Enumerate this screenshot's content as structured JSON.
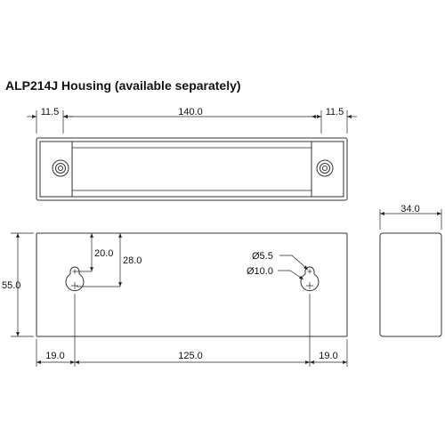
{
  "title": "ALP214J Housing (available separately)",
  "top_view": {
    "dim_left": "11.5",
    "dim_center": "140.0",
    "dim_right": "11.5"
  },
  "front_view": {
    "dim_height": "55.0",
    "dim_slot_to_screw": "20.0",
    "dim_top_to_screw": "28.0",
    "dim_small_hole": "Ø5.5",
    "dim_large_hole": "Ø10.0",
    "dim_bottom_left": "19.0",
    "dim_bottom_center": "125.0",
    "dim_bottom_right": "19.0"
  },
  "side_view": {
    "dim_depth": "34.0"
  }
}
